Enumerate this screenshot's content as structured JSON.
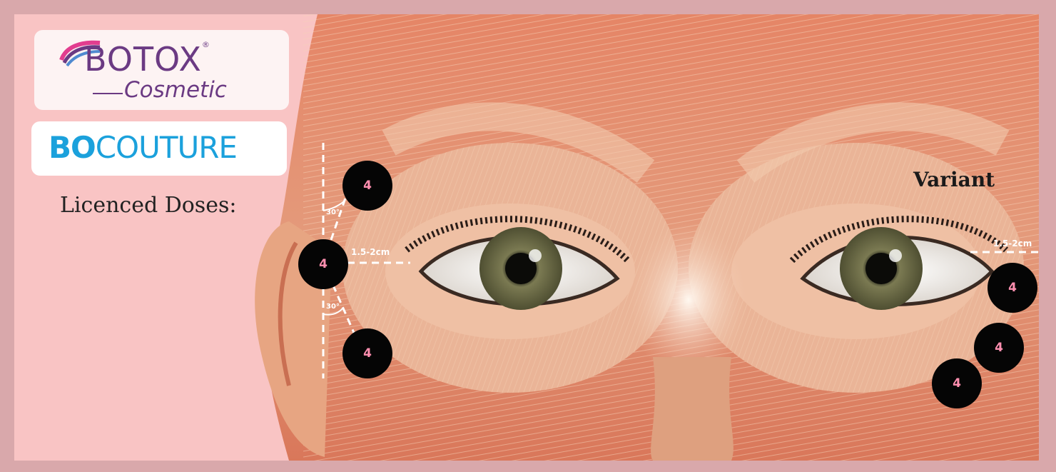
{
  "logos": {
    "botox": {
      "main": "BOTOX",
      "registered": "®",
      "sub": "Cosmetic",
      "color": "#6b3a83"
    },
    "bocouture": {
      "bold": "BO",
      "rest": "COUTURE",
      "color": "#1ba1dc"
    }
  },
  "heading": "Licenced Doses:",
  "variant_label": "Variant",
  "left_side": {
    "doses": [
      "4",
      "4",
      "4"
    ],
    "distance": "1.5-2cm",
    "angles": [
      "30°",
      "30°"
    ]
  },
  "right_side": {
    "doses": [
      "4",
      "4",
      "4"
    ],
    "distance": "1.5-2cm"
  },
  "colors": {
    "background": "#f9c4c4",
    "frame": "#d9a8ab",
    "dose_circle": "#050505",
    "dose_text": "#ff8fb0",
    "guide_lines": "#ffffff"
  }
}
